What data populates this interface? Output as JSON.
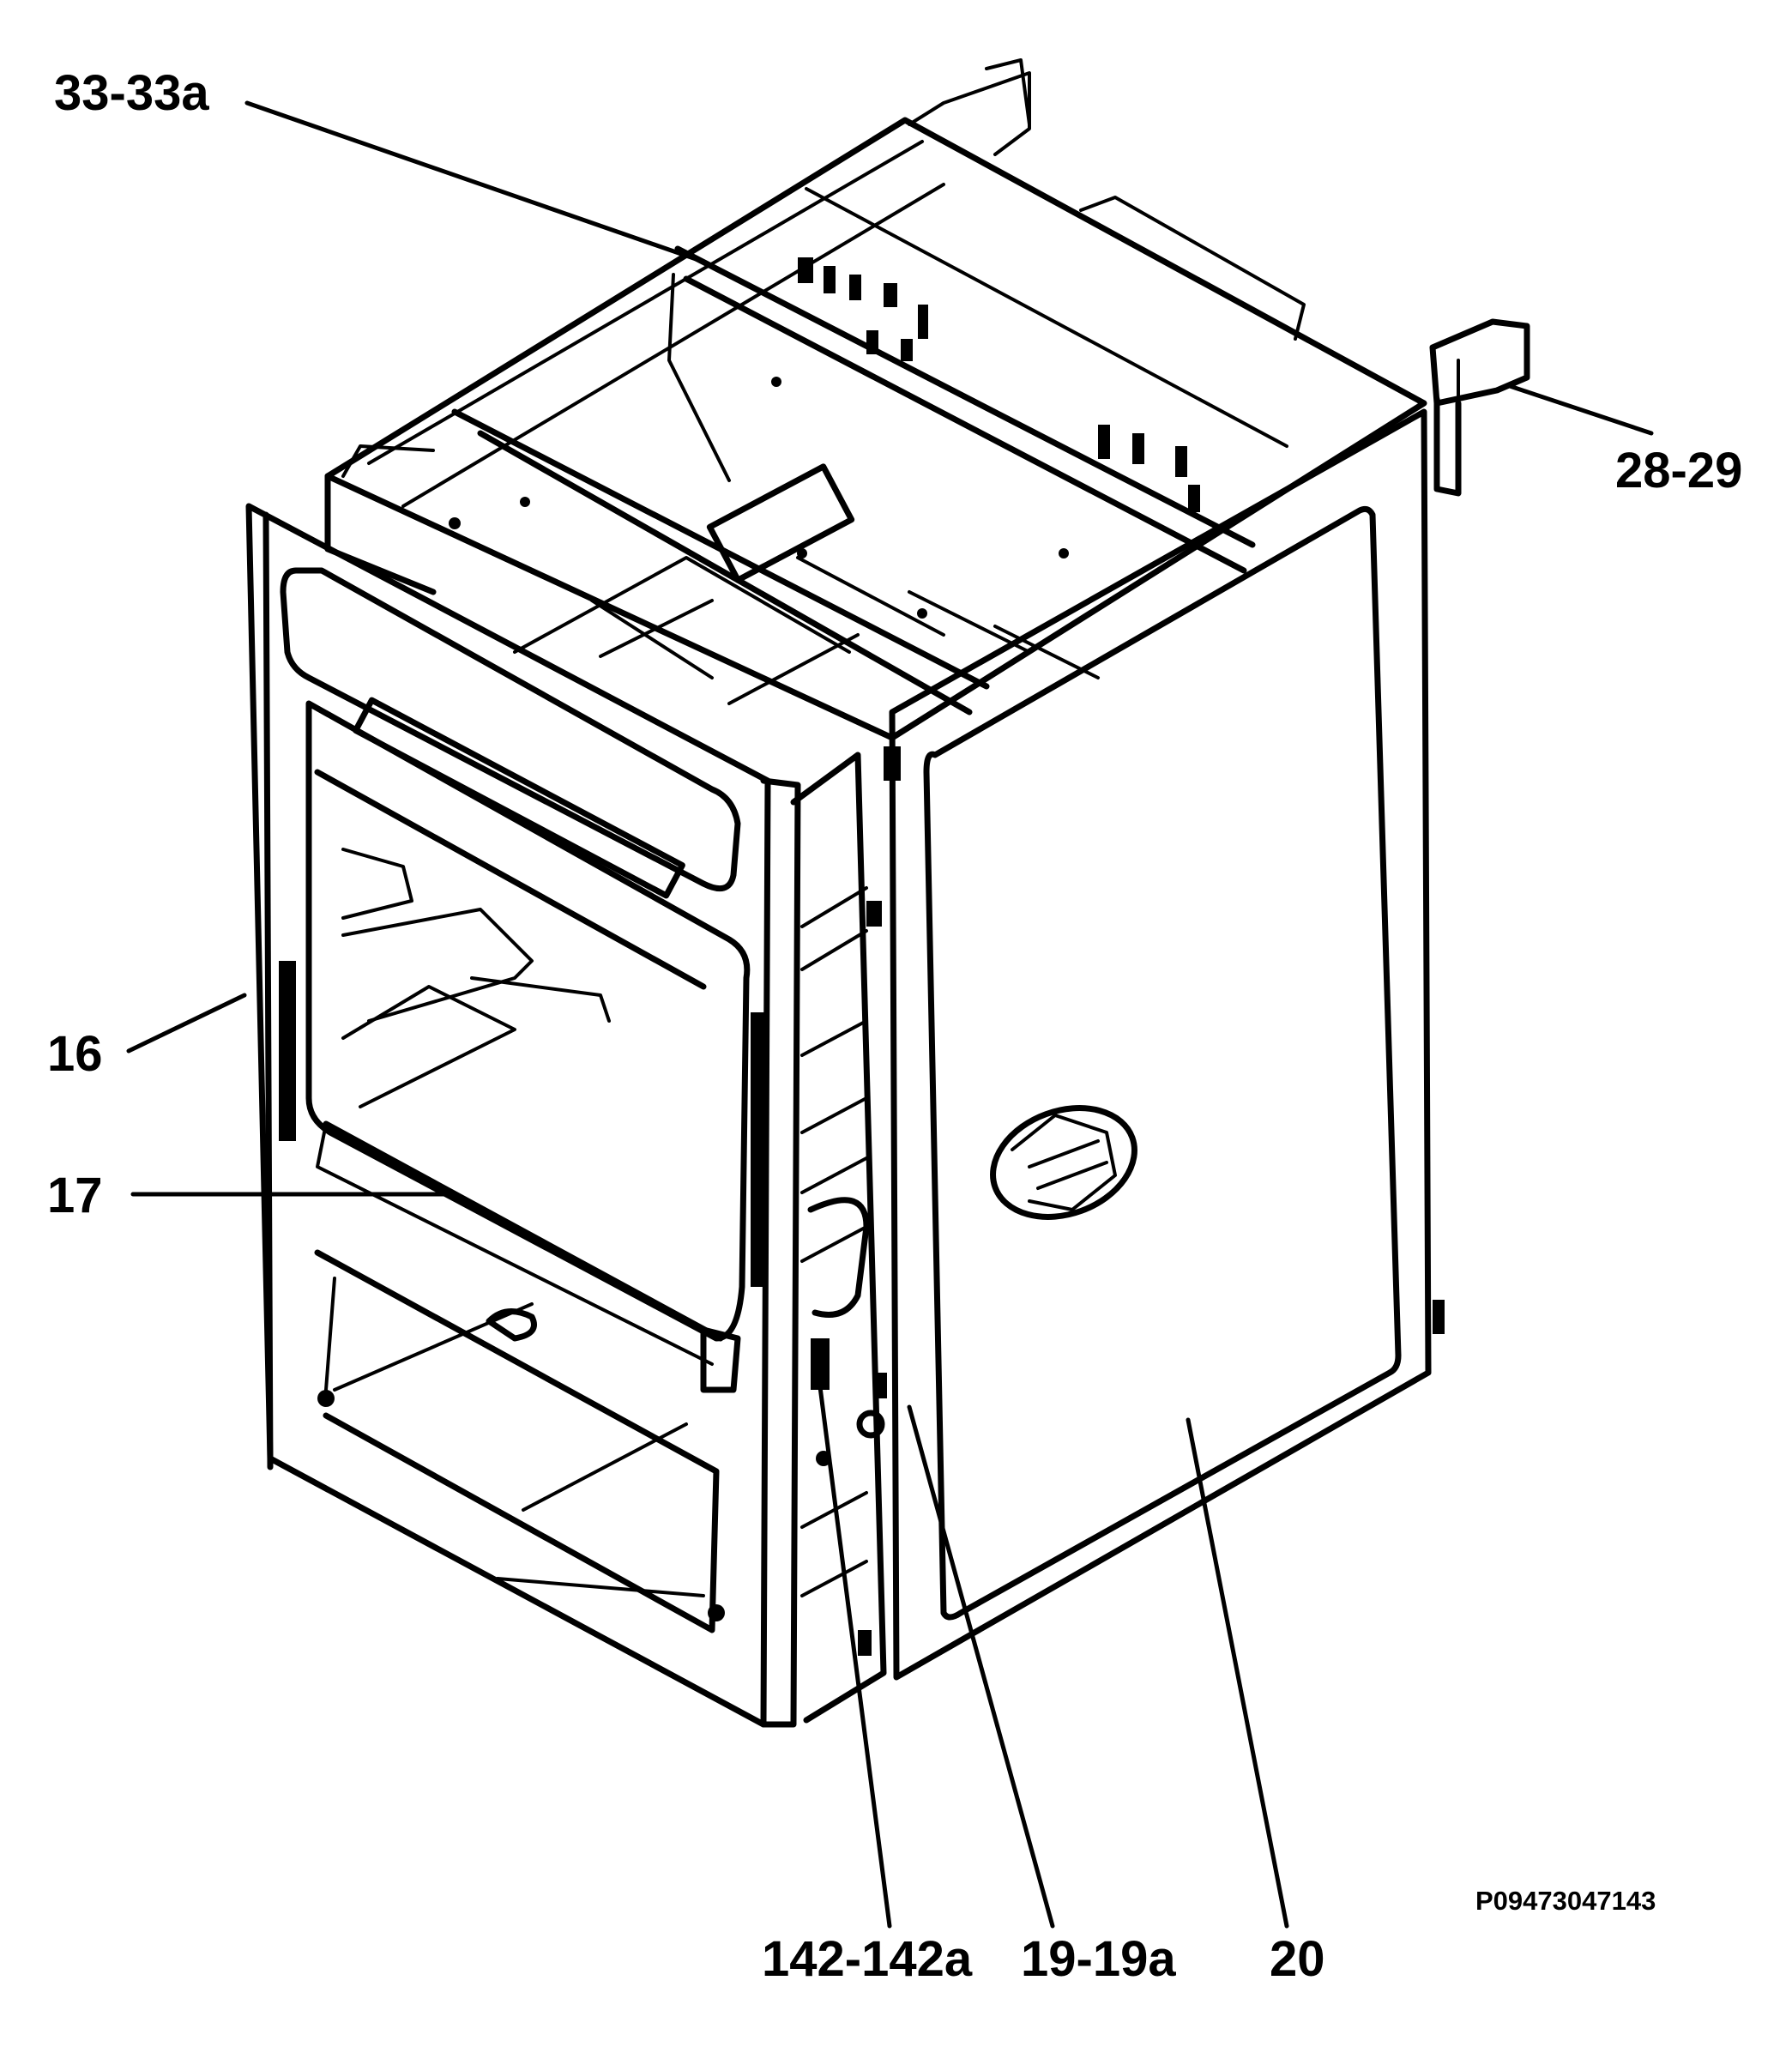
{
  "diagram": {
    "line_color": "#000000",
    "background": "#ffffff",
    "callouts": {
      "c_33": "33-33a",
      "c_28": "28-29",
      "c_16": "16",
      "c_17": "17",
      "c_142": "142-142a",
      "c_19": "19-19a",
      "c_20": "20"
    },
    "document_id": "P09473047143"
  }
}
